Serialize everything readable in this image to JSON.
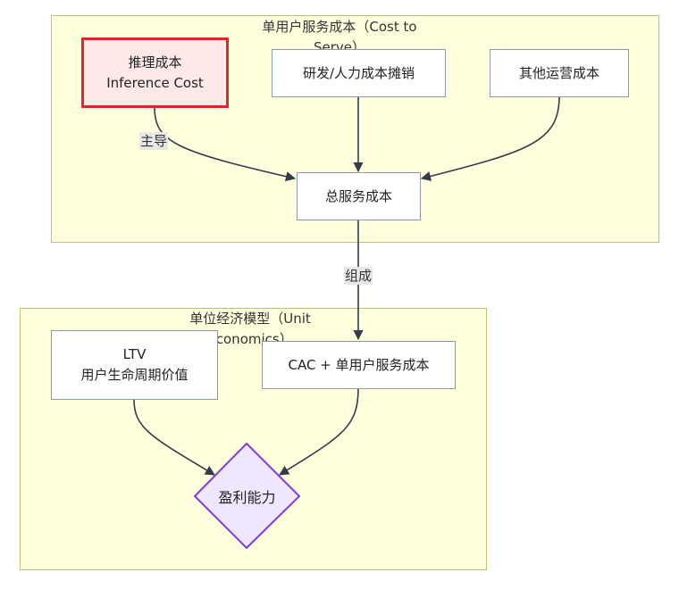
{
  "clusters": {
    "cost_to_serve": {
      "title_line1": "单用户服务成本（Cost to",
      "title_line2": "Serve）"
    },
    "unit_economics": {
      "title_line1": "单位经济模型（Unit",
      "title_line2": "Economics）"
    }
  },
  "nodes": {
    "inference_cost": {
      "line1": "推理成本",
      "line2": "Inference Cost",
      "border_color": "#e0262b",
      "fill_color": "#ffe8e8"
    },
    "rd_amortization": {
      "label": "研发/人力成本摊销"
    },
    "other_ops_cost": {
      "label": "其他运营成本"
    },
    "total_service_cost": {
      "label": "总服务成本"
    },
    "ltv": {
      "line1": "LTV",
      "line2": "用户生命周期价值"
    },
    "cac_plus_cost": {
      "label": "CAC + 单用户服务成本"
    },
    "profitability": {
      "label": "盈利能力",
      "border_color": "#7b3fd6",
      "fill_color": "#f1e6ff"
    }
  },
  "edges": {
    "inference_to_total": {
      "label": "主导"
    },
    "total_to_cac": {
      "label": "组成"
    }
  }
}
